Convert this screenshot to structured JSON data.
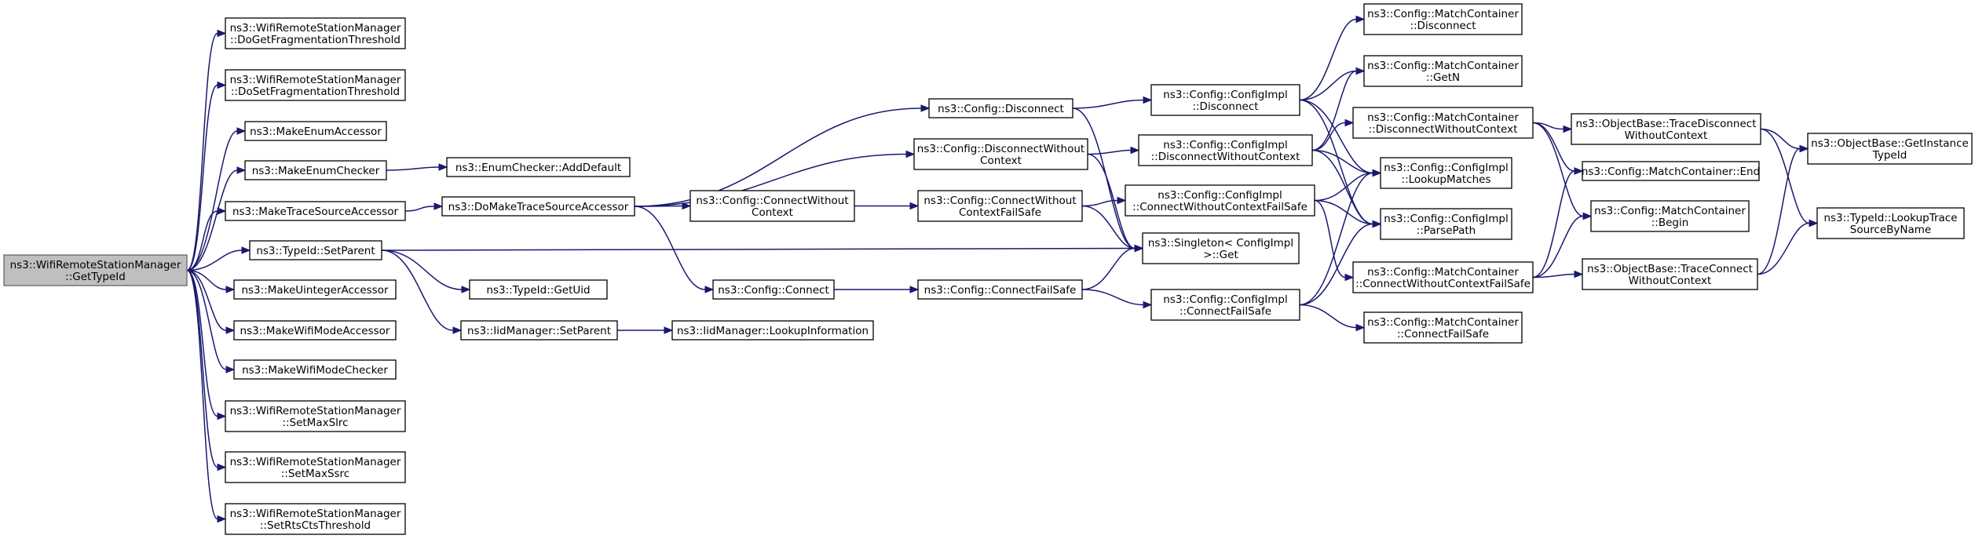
{
  "graph": {
    "nodes": [
      {
        "id": "root",
        "lines": [
          "ns3::WifiRemoteStationManager",
          "::GetTypeId"
        ],
        "root": true
      },
      {
        "id": "doGetFrag",
        "lines": [
          "ns3::WifiRemoteStationManager",
          "::DoGetFragmentationThreshold"
        ]
      },
      {
        "id": "doSetFrag",
        "lines": [
          "ns3::WifiRemoteStationManager",
          "::DoSetFragmentationThreshold"
        ]
      },
      {
        "id": "makeEnumAccessor",
        "lines": [
          "ns3::MakeEnumAccessor"
        ]
      },
      {
        "id": "makeEnumChecker",
        "lines": [
          "ns3::MakeEnumChecker"
        ]
      },
      {
        "id": "makeTraceSourceAccessor",
        "lines": [
          "ns3::MakeTraceSourceAccessor"
        ]
      },
      {
        "id": "typeIdSetParent",
        "lines": [
          "ns3::TypeId::SetParent"
        ]
      },
      {
        "id": "makeUintegerAccessor",
        "lines": [
          "ns3::MakeUintegerAccessor"
        ]
      },
      {
        "id": "makeWifiModeAccessor",
        "lines": [
          "ns3::MakeWifiModeAccessor"
        ]
      },
      {
        "id": "makeWifiModeChecker",
        "lines": [
          "ns3::MakeWifiModeChecker"
        ]
      },
      {
        "id": "setMaxSlrc",
        "lines": [
          "ns3::WifiRemoteStationManager",
          "::SetMaxSlrc"
        ]
      },
      {
        "id": "setMaxSsrc",
        "lines": [
          "ns3::WifiRemoteStationManager",
          "::SetMaxSsrc"
        ]
      },
      {
        "id": "setRtsCts",
        "lines": [
          "ns3::WifiRemoteStationManager",
          "::SetRtsCtsThreshold"
        ]
      },
      {
        "id": "enumAddDefault",
        "lines": [
          "ns3::EnumChecker::AddDefault"
        ]
      },
      {
        "id": "doMakeTSA",
        "lines": [
          "ns3::DoMakeTraceSourceAccessor"
        ]
      },
      {
        "id": "getUid",
        "lines": [
          "ns3::TypeId::GetUid"
        ]
      },
      {
        "id": "iidSetParent",
        "lines": [
          "ns3::IidManager::SetParent"
        ]
      },
      {
        "id": "iidLookupInfo",
        "lines": [
          "ns3::IidManager::LookupInformation"
        ]
      },
      {
        "id": "cfgDisconnect",
        "lines": [
          "ns3::Config::Disconnect"
        ]
      },
      {
        "id": "cfgDisconnectWC",
        "lines": [
          "ns3::Config::DisconnectWithout",
          "Context"
        ]
      },
      {
        "id": "cfgConnectWC",
        "lines": [
          "ns3::Config::ConnectWithout",
          "Context"
        ]
      },
      {
        "id": "cfgConnect",
        "lines": [
          "ns3::Config::Connect"
        ]
      },
      {
        "id": "cfgConnectWCFS",
        "lines": [
          "ns3::Config::ConnectWithout",
          "ContextFailSafe"
        ]
      },
      {
        "id": "cfgConnectFS",
        "lines": [
          "ns3::Config::ConnectFailSafe"
        ]
      },
      {
        "id": "implDisconnect",
        "lines": [
          "ns3::Config::ConfigImpl",
          "::Disconnect"
        ]
      },
      {
        "id": "implDisconnectWC",
        "lines": [
          "ns3::Config::ConfigImpl",
          "::DisconnectWithoutContext"
        ]
      },
      {
        "id": "implConnectWCFS",
        "lines": [
          "ns3::Config::ConfigImpl",
          "::ConnectWithoutContextFailSafe"
        ]
      },
      {
        "id": "singletonGet",
        "lines": [
          "ns3::Singleton< ConfigImpl",
          " >::Get"
        ]
      },
      {
        "id": "implConnectFS",
        "lines": [
          "ns3::Config::ConfigImpl",
          "::ConnectFailSafe"
        ]
      },
      {
        "id": "mcDisconnect",
        "lines": [
          "ns3::Config::MatchContainer",
          "::Disconnect"
        ]
      },
      {
        "id": "mcGetN",
        "lines": [
          "ns3::Config::MatchContainer",
          "::GetN"
        ]
      },
      {
        "id": "mcDisconnectWC",
        "lines": [
          "ns3::Config::MatchContainer",
          "::DisconnectWithoutContext"
        ]
      },
      {
        "id": "implLookupMatches",
        "lines": [
          "ns3::Config::ConfigImpl",
          "::LookupMatches"
        ]
      },
      {
        "id": "implParsePath",
        "lines": [
          "ns3::Config::ConfigImpl",
          "::ParsePath"
        ]
      },
      {
        "id": "mcConnectWCFS",
        "lines": [
          "ns3::Config::MatchContainer",
          "::ConnectWithoutContextFailSafe"
        ]
      },
      {
        "id": "mcConnectFS",
        "lines": [
          "ns3::Config::MatchContainer",
          "::ConnectFailSafe"
        ]
      },
      {
        "id": "obTraceDisconnectWC",
        "lines": [
          "ns3::ObjectBase::TraceDisconnect",
          "WithoutContext"
        ]
      },
      {
        "id": "mcEnd",
        "lines": [
          "ns3::Config::MatchContainer::End"
        ]
      },
      {
        "id": "mcBegin",
        "lines": [
          "ns3::Config::MatchContainer",
          "::Begin"
        ]
      },
      {
        "id": "obTraceConnectWC",
        "lines": [
          "ns3::ObjectBase::TraceConnect",
          "WithoutContext"
        ]
      },
      {
        "id": "obGetInstanceTypeId",
        "lines": [
          "ns3::ObjectBase::GetInstance",
          "TypeId"
        ]
      },
      {
        "id": "typeIdLookupTSBN",
        "lines": [
          "ns3::TypeId::LookupTrace",
          "SourceByName"
        ]
      }
    ],
    "edges": [
      [
        "root",
        "doGetFrag"
      ],
      [
        "root",
        "doSetFrag"
      ],
      [
        "root",
        "makeEnumAccessor"
      ],
      [
        "root",
        "makeEnumChecker"
      ],
      [
        "root",
        "makeTraceSourceAccessor"
      ],
      [
        "root",
        "typeIdSetParent"
      ],
      [
        "root",
        "makeUintegerAccessor"
      ],
      [
        "root",
        "makeWifiModeAccessor"
      ],
      [
        "root",
        "makeWifiModeChecker"
      ],
      [
        "root",
        "setMaxSlrc"
      ],
      [
        "root",
        "setMaxSsrc"
      ],
      [
        "root",
        "setRtsCts"
      ],
      [
        "makeEnumChecker",
        "enumAddDefault"
      ],
      [
        "makeTraceSourceAccessor",
        "doMakeTSA"
      ],
      [
        "typeIdSetParent",
        "getUid"
      ],
      [
        "typeIdSetParent",
        "iidSetParent"
      ],
      [
        "typeIdSetParent",
        "singletonGet"
      ],
      [
        "iidSetParent",
        "iidLookupInfo"
      ],
      [
        "doMakeTSA",
        "cfgDisconnect"
      ],
      [
        "doMakeTSA",
        "cfgDisconnectWC"
      ],
      [
        "doMakeTSA",
        "cfgConnectWC"
      ],
      [
        "doMakeTSA",
        "cfgConnect"
      ],
      [
        "cfgDisconnect",
        "implDisconnect"
      ],
      [
        "cfgDisconnect",
        "singletonGet"
      ],
      [
        "cfgDisconnectWC",
        "implDisconnectWC"
      ],
      [
        "cfgDisconnectWC",
        "singletonGet"
      ],
      [
        "cfgConnectWC",
        "cfgConnectWCFS"
      ],
      [
        "cfgConnect",
        "cfgConnectFS"
      ],
      [
        "cfgConnectWCFS",
        "implConnectWCFS"
      ],
      [
        "cfgConnectWCFS",
        "singletonGet"
      ],
      [
        "cfgConnectFS",
        "singletonGet"
      ],
      [
        "cfgConnectFS",
        "implConnectFS"
      ],
      [
        "implDisconnect",
        "mcDisconnect"
      ],
      [
        "implDisconnect",
        "mcGetN"
      ],
      [
        "implDisconnect",
        "implLookupMatches"
      ],
      [
        "implDisconnect",
        "implParsePath"
      ],
      [
        "implDisconnectWC",
        "mcGetN"
      ],
      [
        "implDisconnectWC",
        "mcDisconnectWC"
      ],
      [
        "implDisconnectWC",
        "implLookupMatches"
      ],
      [
        "implDisconnectWC",
        "implParsePath"
      ],
      [
        "implConnectWCFS",
        "implLookupMatches"
      ],
      [
        "implConnectWCFS",
        "implParsePath"
      ],
      [
        "implConnectWCFS",
        "mcConnectWCFS"
      ],
      [
        "implConnectFS",
        "implLookupMatches"
      ],
      [
        "implConnectFS",
        "implParsePath"
      ],
      [
        "implConnectFS",
        "mcConnectFS"
      ],
      [
        "mcDisconnectWC",
        "obTraceDisconnectWC"
      ],
      [
        "mcDisconnectWC",
        "mcEnd"
      ],
      [
        "mcDisconnectWC",
        "mcBegin"
      ],
      [
        "mcConnectWCFS",
        "mcEnd"
      ],
      [
        "mcConnectWCFS",
        "mcBegin"
      ],
      [
        "mcConnectWCFS",
        "obTraceConnectWC"
      ],
      [
        "obTraceDisconnectWC",
        "obGetInstanceTypeId"
      ],
      [
        "obTraceDisconnectWC",
        "typeIdLookupTSBN"
      ],
      [
        "obTraceConnectWC",
        "obGetInstanceTypeId"
      ],
      [
        "obTraceConnectWC",
        "typeIdLookupTSBN"
      ]
    ]
  }
}
